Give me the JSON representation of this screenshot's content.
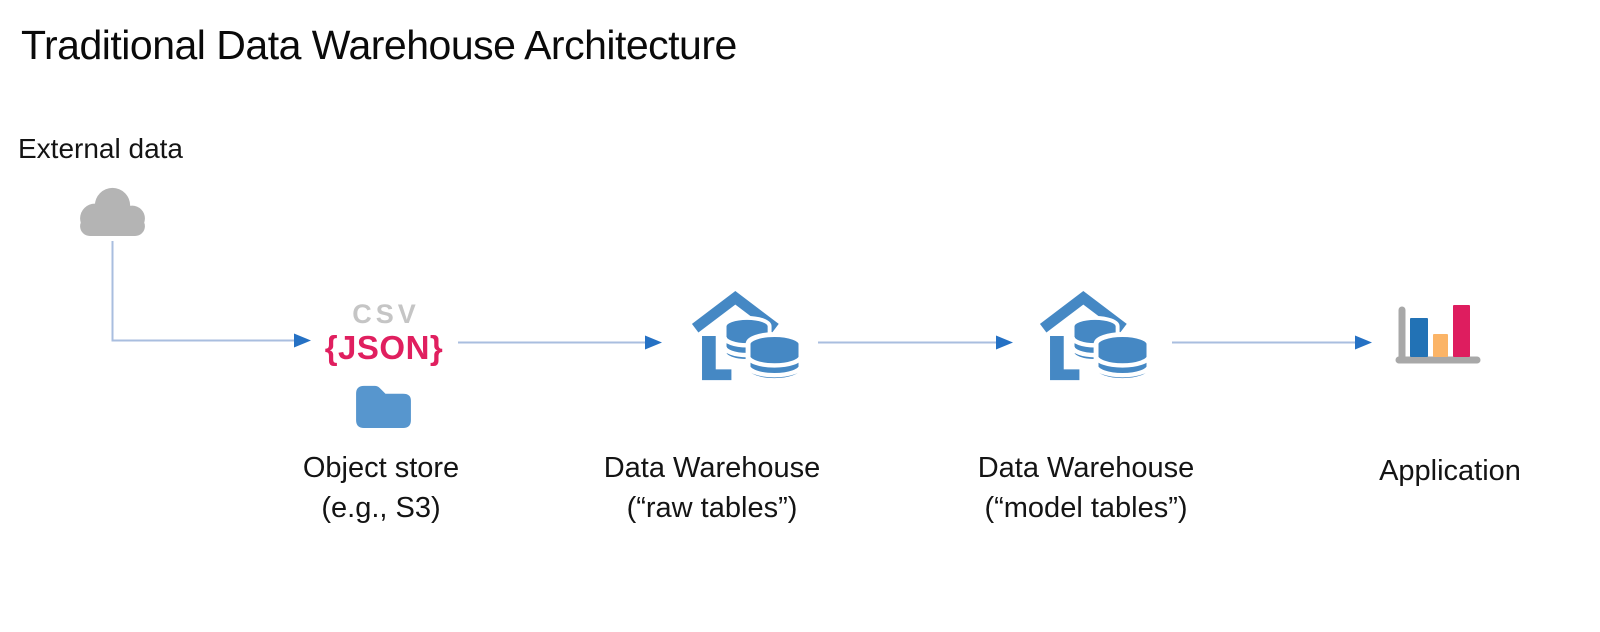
{
  "title": "Traditional Data Warehouse Architecture",
  "nodes": [
    {
      "id": "external-data",
      "icon": "cloud-icon",
      "label": "External data"
    },
    {
      "id": "object-store",
      "icon": "folder-icon",
      "formats": {
        "csv": "CSV",
        "json": "{JSON}"
      },
      "label": "Object store",
      "label2": "(e.g., S3)"
    },
    {
      "id": "dw-raw",
      "icon": "warehouse-icon",
      "label": "Data Warehouse",
      "label2": "(“raw tables”)"
    },
    {
      "id": "dw-model",
      "icon": "warehouse-icon",
      "label": "Data Warehouse",
      "label2": "(“model tables”)"
    },
    {
      "id": "application",
      "icon": "bar-chart-icon",
      "label": "Application"
    }
  ],
  "connectors": [
    {
      "from": "external-data",
      "to": "object-store",
      "shape": "elbow-arrow"
    },
    {
      "from": "object-store",
      "to": "dw-raw",
      "shape": "straight-arrow"
    },
    {
      "from": "dw-raw",
      "to": "dw-model",
      "shape": "straight-arrow"
    },
    {
      "from": "dw-model",
      "to": "application",
      "shape": "straight-arrow"
    }
  ],
  "colors": {
    "arrow_line": "#A9BEDF",
    "arrow_head": "#2571C4",
    "warehouse_blue": "#4588C4",
    "folder_blue": "#5796CE",
    "cloud_gray": "#B4B4B4",
    "csv_gray": "#C5C5C5",
    "json_crimson": "#E01F5F",
    "bar_blue": "#2272B5",
    "bar_orange": "#FBB467",
    "bar_crimson": "#DE1D5F",
    "axis_gray": "#A8A8A8",
    "text": "#141414"
  }
}
